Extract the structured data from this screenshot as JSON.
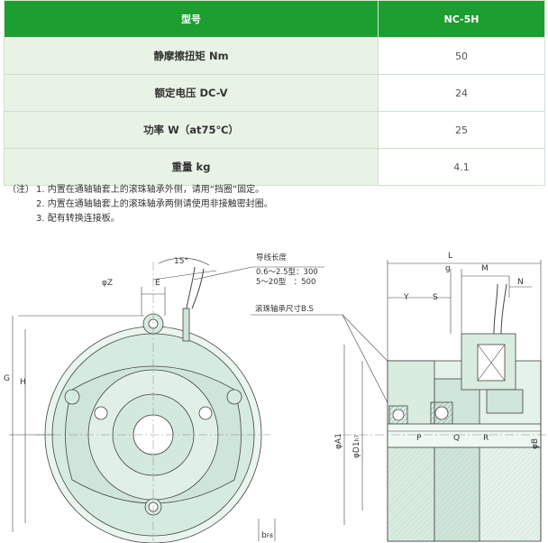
{
  "spec_table": {
    "header": {
      "label": "型号",
      "value": "NC-5H"
    },
    "rows": [
      {
        "label": "静摩擦扭矩 Nm",
        "value": "50"
      },
      {
        "label": "额定电压 DC-V",
        "value": "24"
      },
      {
        "label": "功率 W（at75℃）",
        "value": "25"
      },
      {
        "label": "重量 kg",
        "value": "4.1"
      }
    ]
  },
  "notes": {
    "prefix": "（注）",
    "items": [
      "1. 内置在通轴轴套上的滚珠轴承外侧，请用“挡圈”固定。",
      "2. 内置在通轴轴套上的滚珠轴承两侧请使用非接触密封圈。",
      "3. 配有转换连接板。"
    ]
  },
  "drawing": {
    "front": {
      "angle": "15°",
      "phi_z": "φZ",
      "e": "E",
      "g": "G",
      "h": "H",
      "b": "b",
      "b_sub": "F8"
    },
    "lead": {
      "title": "导线长度",
      "line1": "0.6～2.5型：300",
      "line2": "5～20型　：500"
    },
    "bearing_label": "滚珠轴承尺寸B.S",
    "side": {
      "l": "L",
      "g": "g",
      "m": "M",
      "n": "N",
      "y": "Y",
      "s": "S",
      "p": "P",
      "q": "Q",
      "r": "R",
      "phi_a1": "φA1",
      "phi_d1": "φD1",
      "phi_d1_sub": "h7",
      "phi_b": "φB"
    }
  }
}
